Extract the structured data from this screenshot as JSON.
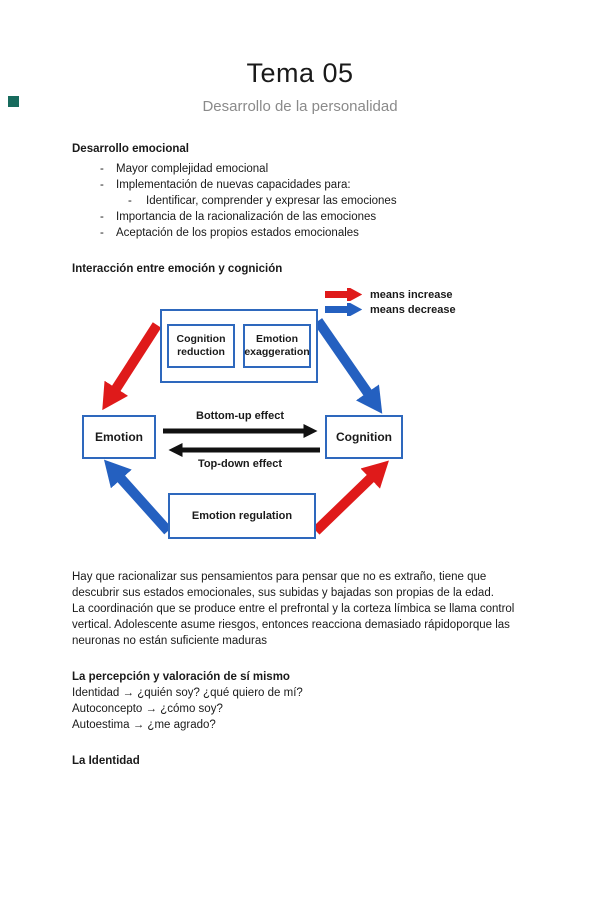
{
  "page": {
    "title": "Tema 05",
    "subtitle": "Desarrollo de la personalidad"
  },
  "colors": {
    "red": "#df1a1a",
    "blue": "#2460c0",
    "box_border": "#2e68bd",
    "subtitle_gray": "#8a8a8a",
    "corner_teal": "#176b5d"
  },
  "sections": {
    "desarrollo": {
      "heading": "Desarrollo emocional",
      "bullets": [
        {
          "text": "Mayor complejidad emocional",
          "level": 1
        },
        {
          "text": "Implementación de nuevas capacidades para:",
          "level": 1
        },
        {
          "text": "Identificar, comprender y expresar las emociones",
          "level": 2
        },
        {
          "text": "Importancia de la racionalización de las emociones",
          "level": 1
        },
        {
          "text": "Aceptación de los propios estados emocionales",
          "level": 1
        }
      ]
    },
    "interaccion": {
      "heading": "Interacción entre emoción y cognición",
      "legend": {
        "increase": "means increase",
        "decrease": "means decrease"
      },
      "diagram": {
        "cognition_reduction": "Cognition reduction",
        "emotion_exaggeration": "Emotion exaggeration",
        "emotion": "Emotion",
        "cognition": "Cognition",
        "emotion_regulation": "Emotion regulation",
        "bottom_up": "Bottom-up effect",
        "top_down": "Top-down effect"
      },
      "paragraph1": "Hay que racionalizar sus pensamientos para pensar que no es extraño, tiene que descubrir sus estados emocionales, sus subidas y bajadas son  propias de la edad.",
      "paragraph2": "La coordinación que se produce entre el prefrontal y la corteza límbica se llama control vertical. Adolescente asume riesgos, entonces reacciona demasiado rápidoporque las neuronas no están suficiente maduras"
    },
    "percepcion": {
      "heading": "La percepción y valoración de sí mismo",
      "lines": [
        "Identidad → ¿quién soy? ¿qué quiero de mí?",
        "Autoconcepto → ¿cómo soy?",
        "Autoestima → ¿me agrado?"
      ]
    },
    "identidad": {
      "heading": "La Identidad"
    }
  }
}
